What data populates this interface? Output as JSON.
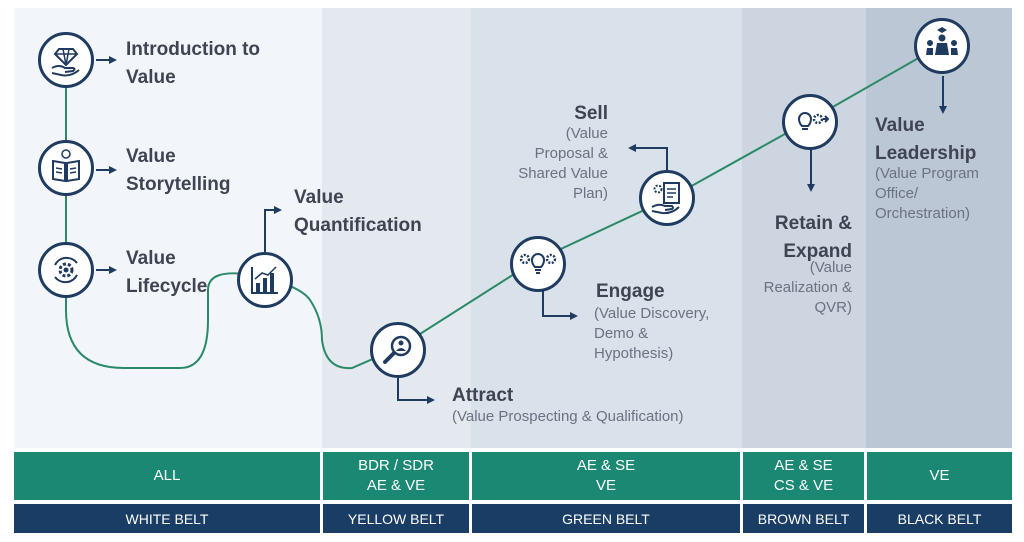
{
  "stages": [
    {
      "id": "introduction",
      "title": "Introduction to\nValue",
      "subtitle": "",
      "icon": "diamond-hand-icon"
    },
    {
      "id": "storytelling",
      "title": "Value\nStorytelling",
      "subtitle": "",
      "icon": "storybook-icon"
    },
    {
      "id": "lifecycle",
      "title": "Value\nLifecycle",
      "subtitle": "",
      "icon": "gear-cycle-icon"
    },
    {
      "id": "quantification",
      "title": "Value\nQuantification",
      "subtitle": "",
      "icon": "bar-chart-icon"
    },
    {
      "id": "attract",
      "title": "Attract",
      "subtitle": "(Value Prospecting & Qualification)",
      "icon": "magnify-person-icon"
    },
    {
      "id": "engage",
      "title": "Engage",
      "subtitle": "(Value Discovery,\nDemo &\nHypothesis)",
      "icon": "lightbulb-gears-icon"
    },
    {
      "id": "sell",
      "title": "Sell",
      "subtitle": "(Value\nProposal &\nShared Value\nPlan)",
      "icon": "document-hand-icon"
    },
    {
      "id": "retain",
      "title": "Retain &\nExpand",
      "subtitle": "(Value\nRealization &\nQVR)",
      "icon": "bulb-target-icon"
    },
    {
      "id": "leadership",
      "title": "Value\nLeadership",
      "subtitle": "(Value Program\nOffice/\nOrchestration)",
      "icon": "team-leader-icon"
    }
  ],
  "columns": [
    {
      "id": "white",
      "roles": "ALL",
      "belt": "WHITE BELT",
      "color": "#f2f5f9"
    },
    {
      "id": "yellow",
      "roles": "BDR / SDR\nAE & VE",
      "belt": "YELLOW BELT",
      "color": "#e4e9ef"
    },
    {
      "id": "green",
      "roles": "AE & SE\nVE",
      "belt": "GREEN BELT",
      "color": "#d9e1ea"
    },
    {
      "id": "brown",
      "roles": "AE & SE\nCS & VE",
      "belt": "BROWN BELT",
      "color": "#ccd5e0"
    },
    {
      "id": "black",
      "roles": "VE",
      "belt": "BLACK BELT",
      "color": "#bcc7d5"
    }
  ],
  "colors": {
    "path": "#2a8a68",
    "node_border": "#1f3b60",
    "roles_band": "#1a8872",
    "belts_band": "#1a3d66",
    "text": "#3f4452",
    "subtext": "#6b7282"
  }
}
